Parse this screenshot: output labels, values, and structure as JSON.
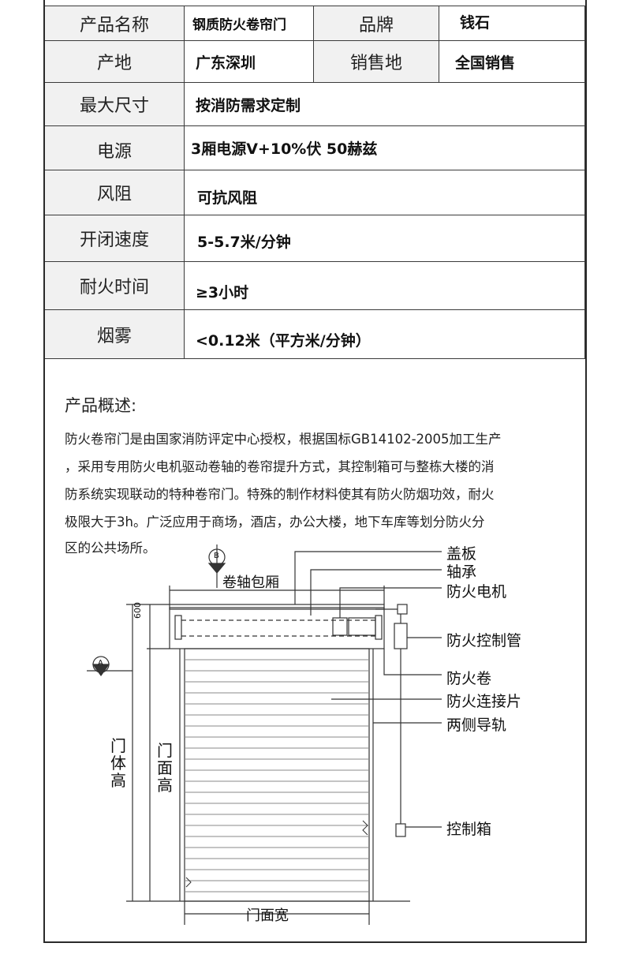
{
  "spec_table": {
    "row1": {
      "label_a": "产品名称",
      "value_a": "钢质防火卷帘门",
      "label_b": "品牌",
      "value_b": "钱石"
    },
    "row2": {
      "label_a": "产地",
      "value_a": "广东深圳",
      "label_b": "销售地",
      "value_b": "全国销售"
    },
    "rows": [
      {
        "label": "最大尺寸",
        "value": "按消防需求定制"
      },
      {
        "label": "电源",
        "value": "3厢电源V+10%伏  50赫兹"
      },
      {
        "label": "风阻",
        "value": "可抗风阻"
      },
      {
        "label": "开闭速度",
        "value": "5-5.7米/分钟"
      },
      {
        "label": "耐火时间",
        "value": "≥3小时"
      },
      {
        "label": "烟雾",
        "value": "<0.12米（平方米/分钟）"
      }
    ]
  },
  "overview": {
    "heading": "产品概述:",
    "lines": [
      "防火卷帘门是由国家消防评定中心授权，根据国标GB14102-2005加工生产",
      "，采用专用防火电机驱动卷轴的卷帘提升方式，其控制箱可与整栋大楼的消",
      "防系统实现联动的特种卷帘门。特殊的制作材料使其有防火防烟功效，耐火",
      "极限大于3h。广泛应用于商场，酒店，办公大楼，地下车库等划分防火分",
      "区的公共场所。"
    ]
  },
  "diagram": {
    "top_label": "卷轴包厢",
    "bottom_label": "门面宽",
    "door_body_height": "门体高",
    "door_face_height": "门面高",
    "dimension": "600",
    "marker_a": "A",
    "marker_b": "B",
    "callouts": [
      "盖板",
      "轴承",
      "防火电机",
      "防火控制管",
      "防火卷",
      "防火连接片",
      "两侧导轨",
      "控制箱"
    ]
  }
}
